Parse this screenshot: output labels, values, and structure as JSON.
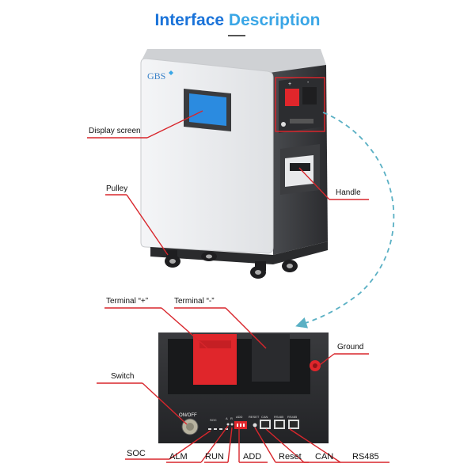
{
  "title": {
    "word1": "Interface",
    "word2": "Description"
  },
  "device": {
    "brand": "GBS"
  },
  "callouts": {
    "display_screen": "Display screen",
    "pulley": "Pulley",
    "handle": "Handle",
    "terminal_pos": "Terminal “+”",
    "terminal_neg": "Terminal “-”",
    "ground": "Ground",
    "switch": "Switch"
  },
  "panel_text": {
    "on_off": "ON/OFF",
    "soc": "SOC",
    "alm": "A",
    "run": "R",
    "add": "ADD",
    "reset": "RESET",
    "can": "CAN",
    "rs485_1": "RS485",
    "rs485_2": "RS485"
  },
  "bottom_labels": {
    "soc": "SOC",
    "alm": "ALM",
    "run": "RUN",
    "add": "ADD",
    "reset": "Reset",
    "can": "CAN",
    "rs485": "RS485"
  },
  "colors": {
    "accent_line": "#d8262c",
    "title_blue": "#1a73d9",
    "dashed_arrow": "#5ab0c4",
    "terminal_red": "#e0262b"
  }
}
